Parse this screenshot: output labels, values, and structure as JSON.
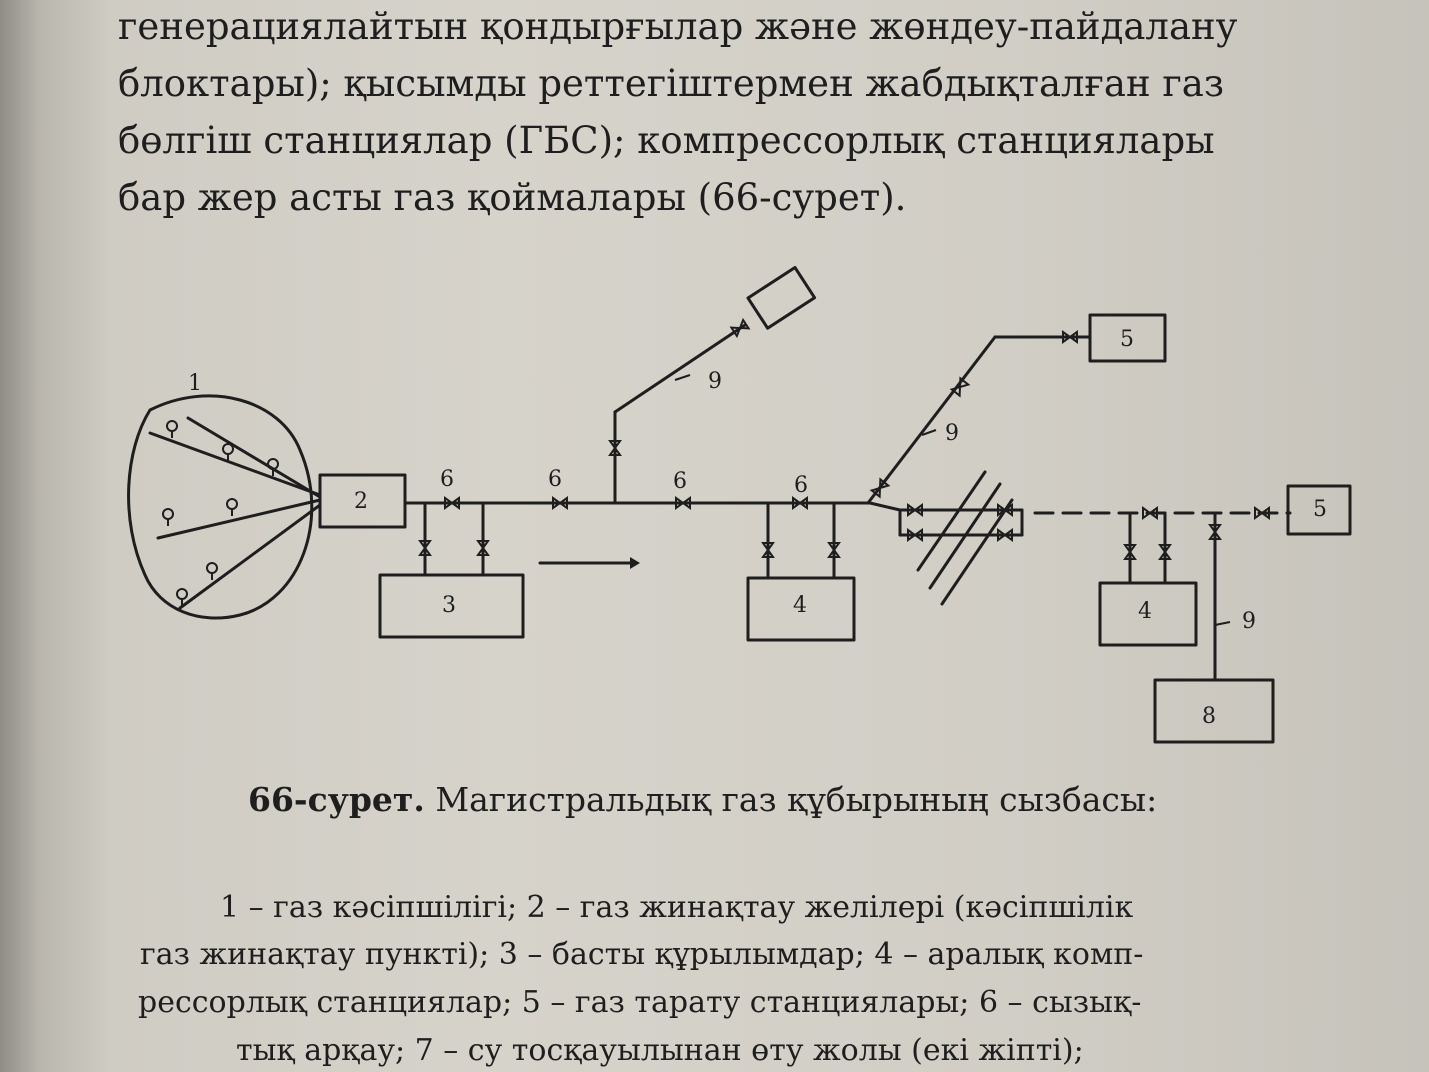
{
  "body_text": {
    "lines": [
      "генерациялайтын қондырғылар және жөндеу-пайдалану",
      "блоктары); қысымды реттегіштермен жабдықталған газ",
      "бөлгіш станциялар (ГБС); компрессорлық станциялары",
      "бар жер асты газ қоймалары (66-сурет)."
    ]
  },
  "diagram": {
    "labels": {
      "field": "1",
      "collection": "2",
      "head": "3",
      "comp_a": "4",
      "comp_b": "4",
      "dist_top": "5",
      "dist_right": "5",
      "valve_a": "6",
      "valve_b": "6",
      "valve_c": "6",
      "valve_d": "6",
      "branch_a": "9",
      "branch_b": "9",
      "branch_c": "9",
      "storage": "8"
    }
  },
  "caption": {
    "number": "66-сурет.",
    "title": "Магистральдық газ құбырының сызбасы:"
  },
  "legend": {
    "lines": [
      "1 – газ кәсіпшілігі;  2 – газ жинақтау желілері (кәсіпшілік",
      "газ жинақтау пункті); 3 – басты құрылымдар; 4 – аралық комп-",
      "рессорлық станциялар; 5 – газ тарату станциялары; 6 – сызық-",
      "тық  арқау; 7 – су тосқауылынан өту жолы (екі жіпті);"
    ]
  }
}
